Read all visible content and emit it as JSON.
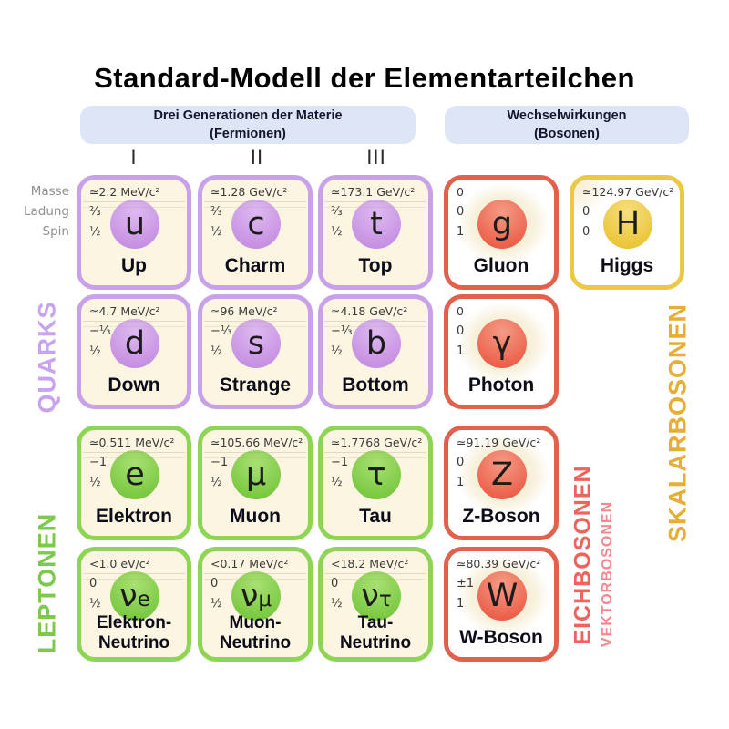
{
  "title": "Standard-Modell der Elementarteilchen",
  "headers": {
    "fermions_line1": "Drei Generationen der Materie",
    "fermions_line2": "(Fermionen)",
    "bosons_line1": "Wechselwirkungen",
    "bosons_line2": "(Bosonen)"
  },
  "generations": [
    "I",
    "II",
    "III"
  ],
  "property_labels": {
    "mass": "Masse",
    "charge": "Ladung",
    "spin": "Spin"
  },
  "group_labels": {
    "quarks": "QUARKS",
    "leptons": "LEPTONEN",
    "gauge_bosons": "EICHBOSONEN",
    "vector_bosons": "VEKTORBOSONEN",
    "scalar_bosons": "SKALARBOSONEN"
  },
  "colors": {
    "title": "#000000",
    "header_band_bg": "#dee5f7",
    "header_text": "#15152d",
    "generation": "#2b2b2b",
    "property_label": "#8f8f8f",
    "value_text": "#3a3a3a",
    "name_text": "#0d0d1a",
    "card_cream": "#fbf5e2",
    "glow_cream": "#f7f0da",
    "quarks_label": "#c9a4ee",
    "leptons_label": "#7cc94d",
    "eichbosonen_label": "#f0635c",
    "vektorbosonen_label": "#f48a90",
    "skalarbosonen_label": "#e5ae35"
  },
  "palette": {
    "quark": {
      "border": "#c9a1e8",
      "circle_top": "#ddbaf0",
      "circle_bottom": "#c184de",
      "fill": "cream"
    },
    "lepton": {
      "border": "#8ed455",
      "circle_top": "#a9e073",
      "circle_bottom": "#6cc233",
      "fill": "cream"
    },
    "gauge": {
      "border": "#e2614c",
      "circle_top": "#f49b86",
      "circle_bottom": "#ea4f38",
      "fill": "glow"
    },
    "scalar": {
      "border": "#ecc944",
      "circle_top": "#f6df7e",
      "circle_bottom": "#e8bd24",
      "fill": "corner-glow"
    }
  },
  "particles": [
    {
      "id": "up",
      "symbol": "u",
      "sub": "",
      "name_lines": [
        "Up"
      ],
      "mass": "≃2.2 MeV/c²",
      "charge": "⅔",
      "spin": "½",
      "category": "quark",
      "col": 0,
      "row": 0
    },
    {
      "id": "charm",
      "symbol": "c",
      "sub": "",
      "name_lines": [
        "Charm"
      ],
      "mass": "≃1.28 GeV/c²",
      "charge": "⅔",
      "spin": "½",
      "category": "quark",
      "col": 1,
      "row": 0
    },
    {
      "id": "top",
      "symbol": "t",
      "sub": "",
      "name_lines": [
        "Top"
      ],
      "mass": "≃173.1 GeV/c²",
      "charge": "⅔",
      "spin": "½",
      "category": "quark",
      "col": 2,
      "row": 0
    },
    {
      "id": "down",
      "symbol": "d",
      "sub": "",
      "name_lines": [
        "Down"
      ],
      "mass": "≃4.7 MeV/c²",
      "charge": "−⅓",
      "spin": "½",
      "category": "quark",
      "col": 0,
      "row": 1
    },
    {
      "id": "strange",
      "symbol": "s",
      "sub": "",
      "name_lines": [
        "Strange"
      ],
      "mass": "≃96 MeV/c²",
      "charge": "−⅓",
      "spin": "½",
      "category": "quark",
      "col": 1,
      "row": 1
    },
    {
      "id": "bottom",
      "symbol": "b",
      "sub": "",
      "name_lines": [
        "Bottom"
      ],
      "mass": "≃4.18 GeV/c²",
      "charge": "−⅓",
      "spin": "½",
      "category": "quark",
      "col": 2,
      "row": 1
    },
    {
      "id": "elektron",
      "symbol": "e",
      "sub": "",
      "name_lines": [
        "Elektron"
      ],
      "mass": "≃0.511 MeV/c²",
      "charge": "−1",
      "spin": "½",
      "category": "lepton",
      "col": 0,
      "row": 2
    },
    {
      "id": "muon",
      "symbol": "μ",
      "sub": "",
      "name_lines": [
        "Muon"
      ],
      "mass": "≃105.66 MeV/c²",
      "charge": "−1",
      "spin": "½",
      "category": "lepton",
      "col": 1,
      "row": 2
    },
    {
      "id": "tau",
      "symbol": "τ",
      "sub": "",
      "name_lines": [
        "Tau"
      ],
      "mass": "≃1.7768 GeV/c²",
      "charge": "−1",
      "spin": "½",
      "category": "lepton",
      "col": 2,
      "row": 2
    },
    {
      "id": "elektron-neutrino",
      "symbol": "ν",
      "sub": "e",
      "name_lines": [
        "Elektron-",
        "Neutrino"
      ],
      "mass": "<1.0 eV/c²",
      "charge": "0",
      "spin": "½",
      "category": "lepton",
      "col": 0,
      "row": 3
    },
    {
      "id": "muon-neutrino",
      "symbol": "ν",
      "sub": "μ",
      "name_lines": [
        "Muon-",
        "Neutrino"
      ],
      "mass": "<0.17 MeV/c²",
      "charge": "0",
      "spin": "½",
      "category": "lepton",
      "col": 1,
      "row": 3
    },
    {
      "id": "tau-neutrino",
      "symbol": "ν",
      "sub": "τ",
      "name_lines": [
        "Tau-",
        "Neutrino"
      ],
      "mass": "<18.2 MeV/c²",
      "charge": "0",
      "spin": "½",
      "category": "lepton",
      "col": 2,
      "row": 3
    },
    {
      "id": "gluon",
      "symbol": "g",
      "sub": "",
      "name_lines": [
        "Gluon"
      ],
      "mass": "0",
      "charge": "0",
      "spin": "1",
      "category": "gauge",
      "col": 3,
      "row": 0
    },
    {
      "id": "photon",
      "symbol": "γ",
      "sub": "",
      "name_lines": [
        "Photon"
      ],
      "mass": "0",
      "charge": "0",
      "spin": "1",
      "category": "gauge",
      "col": 3,
      "row": 1
    },
    {
      "id": "z-boson",
      "symbol": "Z",
      "sub": "",
      "name_lines": [
        "Z-Boson"
      ],
      "mass": "≃91.19 GeV/c²",
      "charge": "0",
      "spin": "1",
      "category": "gauge",
      "col": 3,
      "row": 2
    },
    {
      "id": "w-boson",
      "symbol": "W",
      "sub": "",
      "name_lines": [
        "W-Boson"
      ],
      "mass": "≃80.39 GeV/c²",
      "charge": "±1",
      "spin": "1",
      "category": "gauge",
      "col": 3,
      "row": 3
    },
    {
      "id": "higgs",
      "symbol": "H",
      "sub": "",
      "name_lines": [
        "Higgs"
      ],
      "mass": "≃124.97 GeV/c²",
      "charge": "0",
      "spin": "0",
      "category": "scalar",
      "col": 4,
      "row": 0
    }
  ]
}
